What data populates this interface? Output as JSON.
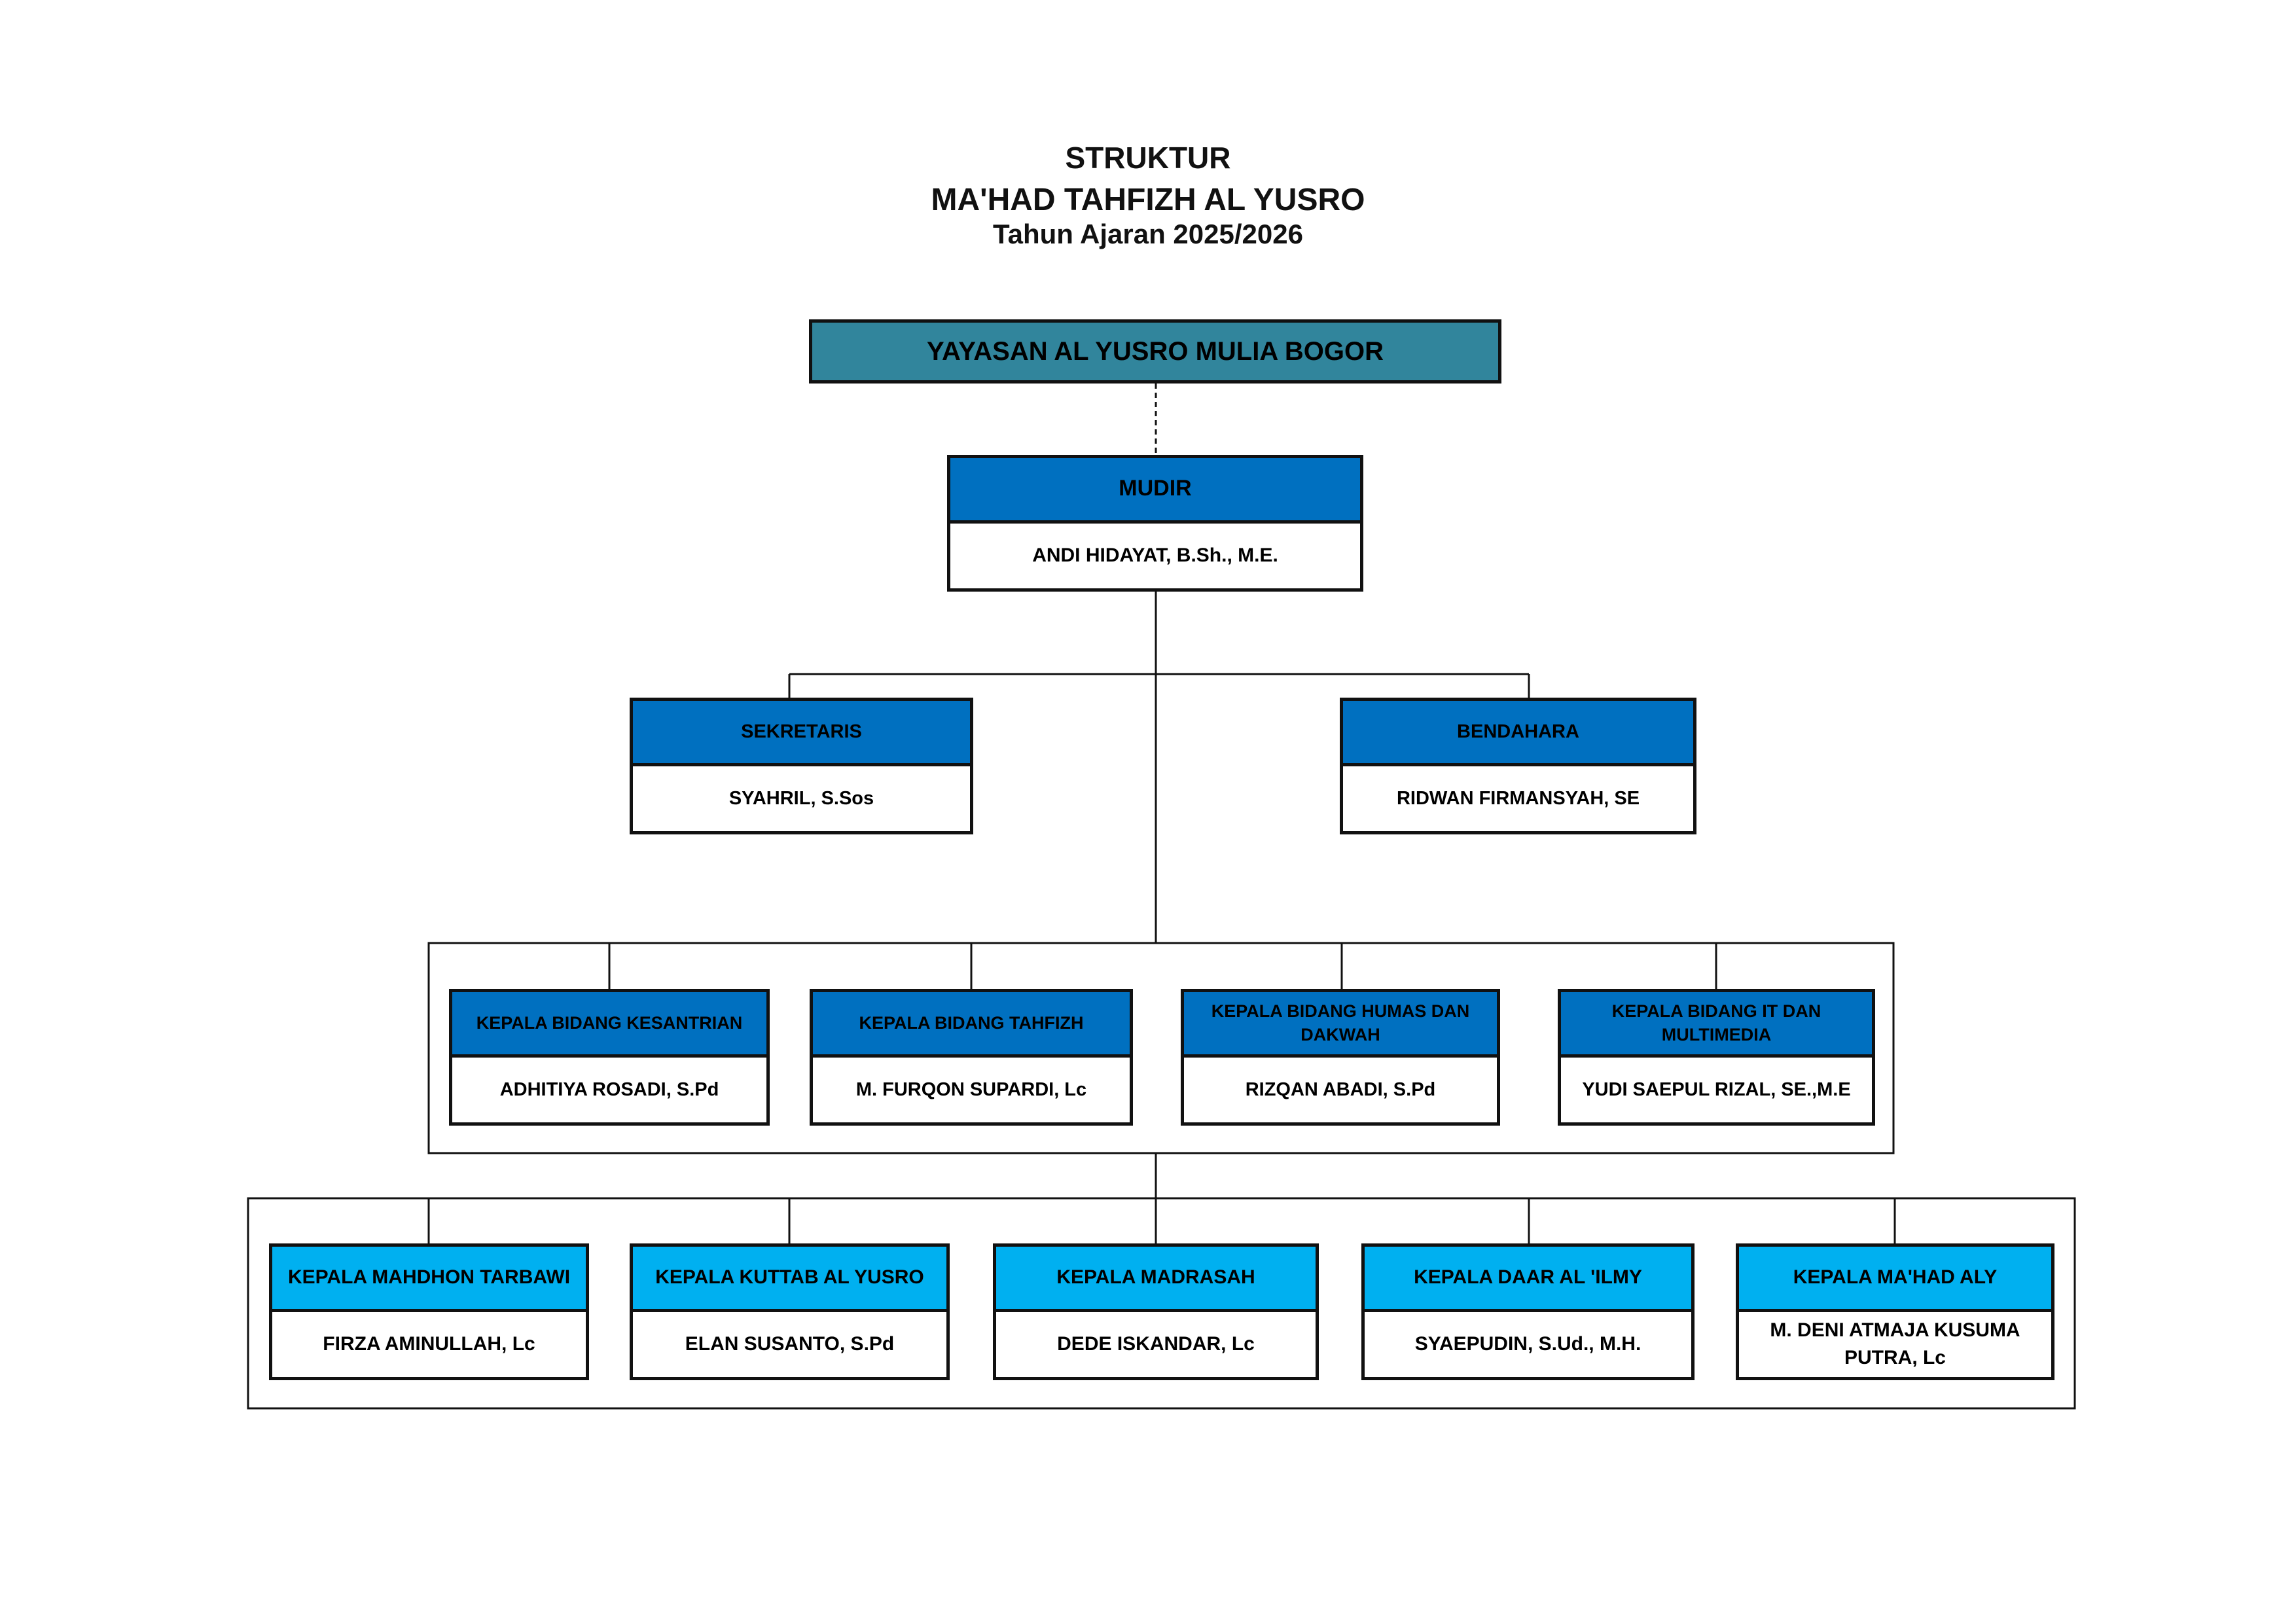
{
  "header": {
    "line1": "STRUKTUR",
    "line2": "MA'HAD TAHFIZH AL YUSRO",
    "line3": "Tahun Ajaran 2025/2026"
  },
  "yayasan": "YAYASAN AL YUSRO MULIA BOGOR",
  "mudir": {
    "title": "MUDIR",
    "name": "ANDI HIDAYAT, B.Sh., M.E."
  },
  "sekretaris": {
    "title": "SEKRETARIS",
    "name": "SYAHRIL, S.Sos"
  },
  "bendahara": {
    "title": "BENDAHARA",
    "name": "RIDWAN FIRMANSYAH, SE"
  },
  "kepala_bidang": [
    {
      "title": "KEPALA BIDANG KESANTRIAN",
      "name": "ADHITIYA ROSADI, S.Pd"
    },
    {
      "title": "KEPALA BIDANG TAHFIZH",
      "name": "M. FURQON SUPARDI, Lc"
    },
    {
      "title": "KEPALA BIDANG HUMAS DAN DAKWAH",
      "name": "RIZQAN ABADI, S.Pd"
    },
    {
      "title": "KEPALA BIDANG IT DAN MULTIMEDIA",
      "name": "YUDI SAEPUL RIZAL, SE.,M.E"
    }
  ],
  "kepala_unit": [
    {
      "title": "KEPALA MAHDHON TARBAWI",
      "name": "FIRZA AMINULLAH, Lc"
    },
    {
      "title": "KEPALA KUTTAB AL YUSRO",
      "name": "ELAN SUSANTO, S.Pd"
    },
    {
      "title": "KEPALA MADRASAH",
      "name": "DEDE ISKANDAR, Lc"
    },
    {
      "title": "KEPALA DAAR AL 'ILMY",
      "name": "SYAEPUDIN, S.Ud., M.H."
    },
    {
      "title": "KEPALA MA'HAD ALY",
      "name": "M. DENI ATMAJA KUSUMA PUTRA, Lc"
    }
  ],
  "colors": {
    "yayasan": "#31859c",
    "dark_header": "#0070c0",
    "light_header": "#00b0f0",
    "border": "#111111"
  }
}
